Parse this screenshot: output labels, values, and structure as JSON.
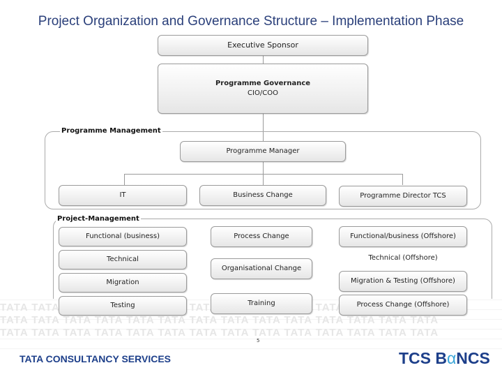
{
  "title": "Project Organization and Governance Structure – Implementation Phase",
  "executive_sponsor": "Executive Sponsor",
  "programme_governance": {
    "line1": "Programme Governance",
    "line2": "CIO/COO"
  },
  "programme_management": {
    "label": "Programme Management",
    "manager": "Programme Manager",
    "it": "IT",
    "business_change": "Business Change",
    "director": "Programme Director TCS"
  },
  "project_management": {
    "label": "Project-Management",
    "it_column": [
      "Functional (business)",
      "Technical",
      "Migration",
      "Testing"
    ],
    "business_column": [
      "Process Change",
      "Organisational Change",
      "Training"
    ],
    "tcs_column": [
      "Functional/business (Offshore)",
      "Technical (Offshore)",
      "Migration & Testing (Offshore)",
      "Process Change (Offshore)"
    ]
  },
  "watermark": "TATA",
  "footer": {
    "left_logo": "TATA CONSULTANCY SERVICES",
    "right_logo_prefix": "TCS B",
    "right_logo_alpha": "α",
    "right_logo_suffix": "NCS",
    "page_number": "5"
  }
}
